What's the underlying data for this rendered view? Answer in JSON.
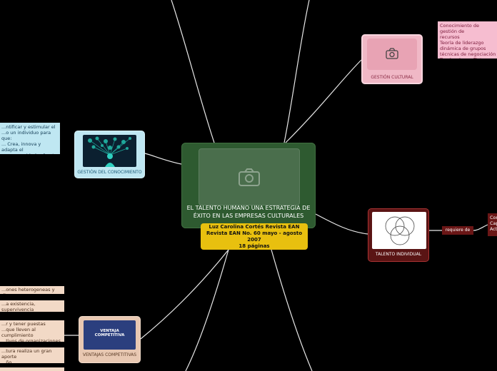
{
  "central": {
    "title": "EL TALENTO HUMANO UNA ESTRATEGIA DE ÉXITO EN LAS EMPRESAS CULTURALES",
    "reference": "Luz Carolina Cortés Revista EAN\nRevista EAN No. 60 mayo - agosto 2007\n18 páginas"
  },
  "gestion_cultural": {
    "label": "GESTIÓN CULTURAL",
    "notes": "Conocimiento de gestión de\nrecursos\nTeoría de liderazgo\ndinámica de grupos\ntécnicas de negociación\nTeorías de conflicto"
  },
  "gestion_conocimiento": {
    "label": "GESTIÓN DEL CONOCIMIENTO",
    "notes": "...ntificar y estimular el\n...o un individuo para que:\n... Crea, innova y adapta el\n...us necesidades frente al\n...torno y la empresa."
  },
  "talento_individual": {
    "label": "TALENTO INDIVIDUAL",
    "connector": "requiere de",
    "notes": "Con\nCap\nAct"
  },
  "ventajas": {
    "label": "VENTAJAS COMPETITIVAS",
    "image_text": "VENTAJA\nCOMPETITIVA",
    "notes": [
      "...ones heterogeneas y diversas",
      "...a existencia, supervivencia",
      "...r y tener puestas\n...que lleven al cumplimiento\n...tivos de organizaciones",
      "...tura realiza un gran aporte\n...ño",
      "..."
    ]
  },
  "colors": {
    "central": "#2e5a30",
    "reference": "#e8c00f",
    "cultural": "#f0b8c6",
    "conocimiento": "#bfe7f2",
    "individual": "#5a1414",
    "ventajas": "#e8c8b2"
  },
  "icons": [
    "camera-icon"
  ]
}
